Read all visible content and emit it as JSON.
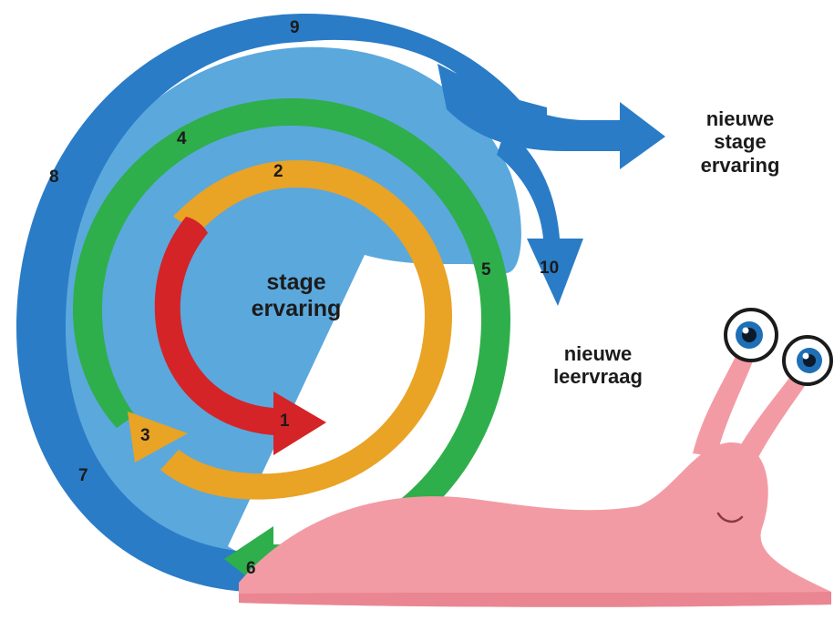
{
  "center_label": {
    "line1": "stage",
    "line2": "ervaring"
  },
  "outgoing_label": {
    "line1": "nieuwe",
    "line2": "stage",
    "line3": "ervaring"
  },
  "question_label": {
    "line1": "nieuwe",
    "line2": "leervraag"
  },
  "step_numbers": {
    "s1": "1",
    "s2": "2",
    "s3": "3",
    "s4": "4",
    "s5": "5",
    "s6": "6",
    "s7": "7",
    "s8": "8",
    "s9": "9",
    "s10": "10"
  },
  "colors": {
    "step1_red": "#d42427",
    "orange": "#e9a325",
    "green": "#2eaf4b",
    "blue_dark": "#2a7cc7",
    "blue_light": "#5ba8dd",
    "snail_body": "#f39ba4",
    "snail_shadow": "#e98692",
    "eye_iris": "#1e6fb5"
  }
}
